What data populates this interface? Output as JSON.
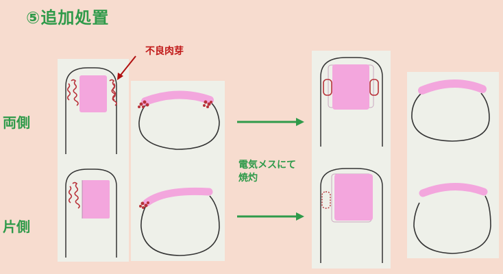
{
  "title": "⑤追加処置",
  "rows": {
    "both_sides": "両側",
    "one_side": "片側"
  },
  "annotation": {
    "granulation": "不良肉芽"
  },
  "procedure": {
    "line1": "電気メスにて",
    "line2": "焼灼"
  },
  "colors": {
    "background": "#f7dccf",
    "accent_green": "#2f9a4a",
    "nail_pink": "#f3a6dd",
    "granulation_red": "#b8323a",
    "annotation_red": "#c01818",
    "panel": "#eef0e9"
  }
}
